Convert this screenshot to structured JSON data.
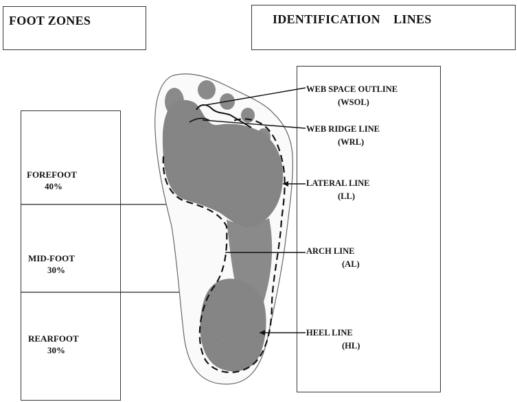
{
  "headers": {
    "foot_zones": "FOOT ZONES",
    "identification_lines": "IDENTIFICATION    LINES"
  },
  "zones": [
    {
      "name": "FOREFOOT",
      "pct": "40%"
    },
    {
      "name": "MID-FOOT",
      "pct": "30%"
    },
    {
      "name": "REARFOOT",
      "pct": "30%"
    }
  ],
  "lines": [
    {
      "name": "WEB SPACE OUTLINE",
      "abbr": "(WSOL)"
    },
    {
      "name": "WEB RIDGE LINE",
      "abbr": "(WRL)"
    },
    {
      "name": "LATERAL LINE",
      "abbr": "(LL)"
    },
    {
      "name": "ARCH LINE",
      "abbr": "(AL)"
    },
    {
      "name": "HEEL LINE",
      "abbr": "(HL)"
    }
  ]
}
